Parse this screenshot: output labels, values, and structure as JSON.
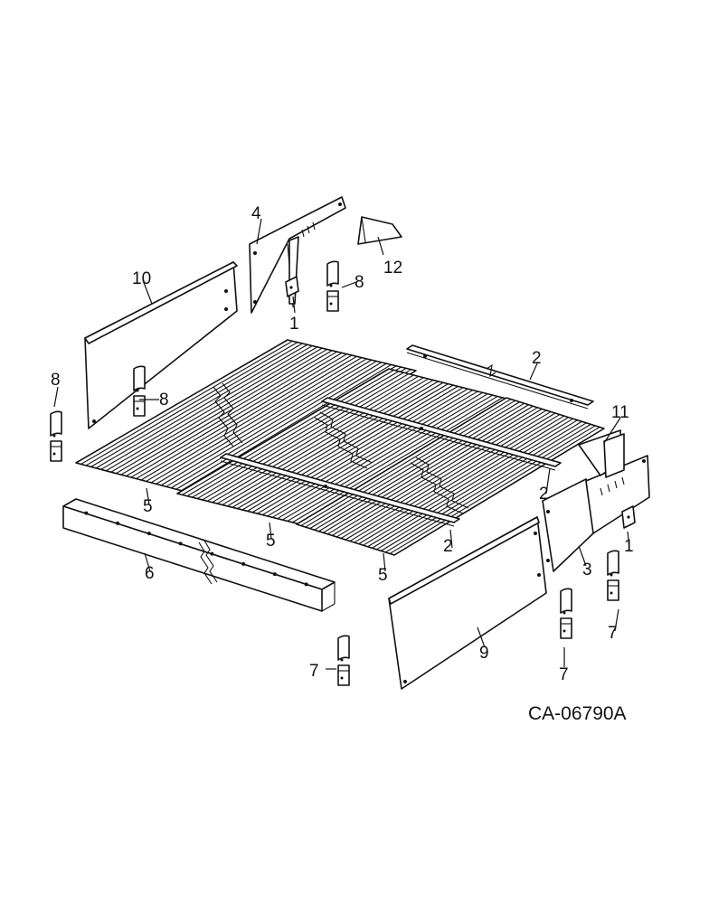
{
  "drawing_number": "CA-06790A",
  "callouts": [
    {
      "id": "c4",
      "text": "4"
    },
    {
      "id": "c12",
      "text": "12"
    },
    {
      "id": "c10",
      "text": "10"
    },
    {
      "id": "c8a",
      "text": "8"
    },
    {
      "id": "c1a",
      "text": "1"
    },
    {
      "id": "c8b",
      "text": "8"
    },
    {
      "id": "c8c",
      "text": "8"
    },
    {
      "id": "c2a",
      "text": "2"
    },
    {
      "id": "c11",
      "text": "11"
    },
    {
      "id": "c2b",
      "text": "2"
    },
    {
      "id": "c5a",
      "text": "5"
    },
    {
      "id": "c5b",
      "text": "5"
    },
    {
      "id": "c2c",
      "text": "2"
    },
    {
      "id": "c1b",
      "text": "1"
    },
    {
      "id": "c6",
      "text": "6"
    },
    {
      "id": "c5c",
      "text": "5"
    },
    {
      "id": "c3",
      "text": "3"
    },
    {
      "id": "c7a",
      "text": "7"
    },
    {
      "id": "c9",
      "text": "9"
    },
    {
      "id": "c7b",
      "text": "7"
    },
    {
      "id": "c7c",
      "text": "7"
    }
  ]
}
